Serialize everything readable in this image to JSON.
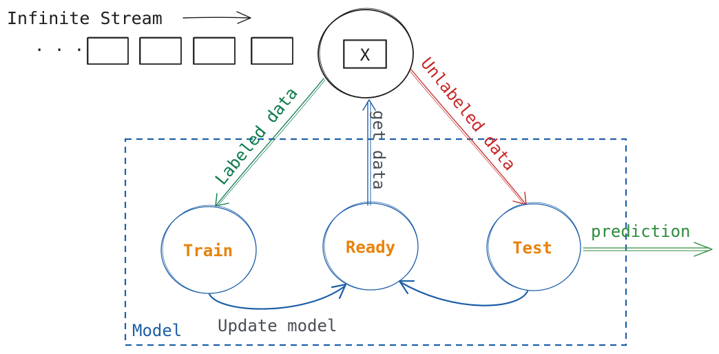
{
  "title": "Infinite Stream",
  "stream_ellipsis": ". . .",
  "sample_label": "X",
  "edges": {
    "labeled": "Labeled data",
    "unlabeled": "Unlabeled data",
    "get_data": "get data",
    "prediction": "prediction",
    "update": "Update model"
  },
  "group_label": "Model",
  "states": {
    "train": "Train",
    "ready": "Ready",
    "test": "Test"
  },
  "colors": {
    "ink": "#1e1e1e",
    "green": "#0c7a4a",
    "red": "#c62828",
    "blue": "#1d5fa8",
    "orange": "#e8820c",
    "gray": "#4a4f57",
    "pred_green": "#2e8b3e"
  }
}
